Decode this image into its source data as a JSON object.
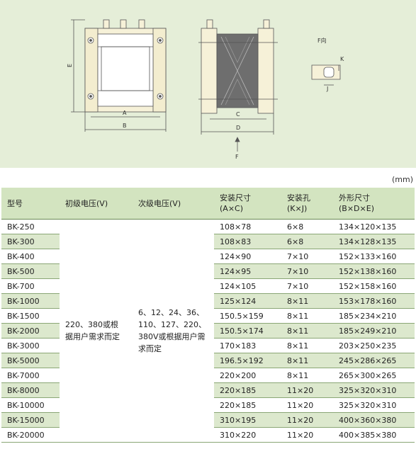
{
  "drawing": {
    "dim_labels": {
      "a": "A",
      "b": "B",
      "c": "C",
      "d": "D",
      "e": "E",
      "f": "F",
      "j": "J",
      "k": "K"
    },
    "view_label": "F向"
  },
  "unit": "(mm)",
  "table": {
    "headers": {
      "model": "型号",
      "primary": "初级电压(V)",
      "secondary": "次级电压(V)",
      "mount_l1": "安装尺寸",
      "mount_l2": "(A×C)",
      "hole_l1": "安装孔",
      "hole_l2": "(K×J)",
      "outer_l1": "外形尺寸",
      "outer_l2": "(B×D×E)"
    },
    "primary_voltage": "220、380或根据用户需求而定",
    "secondary_voltage": "6、12、24、36、110、127、220、380V或根据用户需求而定",
    "rows": [
      {
        "model": "BK-250",
        "mount": "108×78",
        "hole": "6×8",
        "outer": "134×120×135"
      },
      {
        "model": "BK-300",
        "mount": "108×83",
        "hole": "6×8",
        "outer": "134×128×135"
      },
      {
        "model": "BK-400",
        "mount": "124×90",
        "hole": "7×10",
        "outer": "152×133×160"
      },
      {
        "model": "BK-500",
        "mount": "124×95",
        "hole": "7×10",
        "outer": "152×138×160"
      },
      {
        "model": "BK-700",
        "mount": "124×105",
        "hole": "7×10",
        "outer": "152×158×160"
      },
      {
        "model": "BK-1000",
        "mount": "125×124",
        "hole": "8×11",
        "outer": "153×178×160"
      },
      {
        "model": "BK-1500",
        "mount": "150.5×159",
        "hole": "8×11",
        "outer": "185×234×210"
      },
      {
        "model": "BK-2000",
        "mount": "150.5×174",
        "hole": "8×11",
        "outer": "185×249×210"
      },
      {
        "model": "BK-3000",
        "mount": "170×183",
        "hole": "8×11",
        "outer": "203×250×235"
      },
      {
        "model": "BK-5000",
        "mount": "196.5×192",
        "hole": "8×11",
        "outer": "245×286×265"
      },
      {
        "model": "BK-7000",
        "mount": "220×200",
        "hole": "8×11",
        "outer": "265×300×265"
      },
      {
        "model": "BK-8000",
        "mount": "220×185",
        "hole": "11×20",
        "outer": "325×320×310"
      },
      {
        "model": "BK-10000",
        "mount": "220×185",
        "hole": "11×20",
        "outer": "325×320×310"
      },
      {
        "model": "BK-15000",
        "mount": "310×195",
        "hole": "11×20",
        "outer": "400×360×380"
      },
      {
        "model": "BK-20000",
        "mount": "310×220",
        "hole": "11×20",
        "outer": "400×385×380"
      }
    ]
  }
}
